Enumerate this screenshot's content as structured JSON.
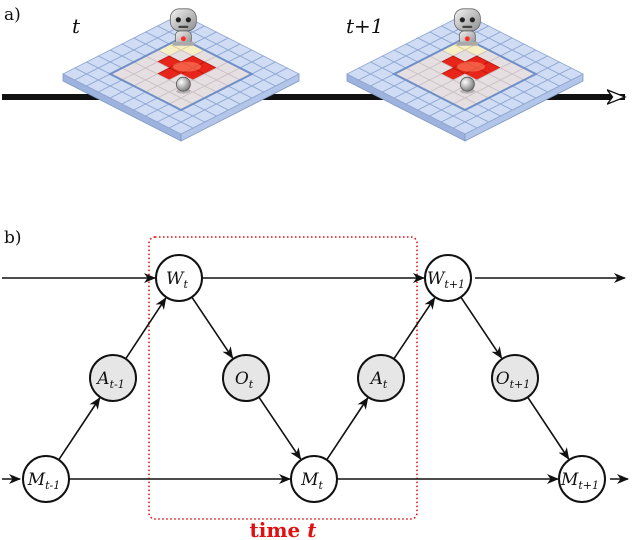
{
  "panel_a": {
    "label": "a)",
    "times": [
      {
        "text": "t"
      },
      {
        "text": "t+1"
      }
    ]
  },
  "panel_b": {
    "label": "b)",
    "time_box": {
      "prefix": "time",
      "var": "t"
    },
    "nodes": [
      {
        "id": "Wt",
        "main": "W",
        "sub": "t",
        "fill": "#ffffff"
      },
      {
        "id": "Wt1",
        "main": "W",
        "sub": "t+1",
        "fill": "#ffffff"
      },
      {
        "id": "At_1",
        "main": "A",
        "sub": "t-1",
        "fill": "#e6e6e6"
      },
      {
        "id": "Ot",
        "main": "O",
        "sub": "t",
        "fill": "#e6e6e6"
      },
      {
        "id": "At",
        "main": "A",
        "sub": "t",
        "fill": "#e6e6e6"
      },
      {
        "id": "Ot1",
        "main": "O",
        "sub": "t+1",
        "fill": "#e6e6e6"
      },
      {
        "id": "Mt_1",
        "main": "M",
        "sub": "t-1",
        "fill": "#ffffff"
      },
      {
        "id": "Mt",
        "main": "M",
        "sub": "t",
        "fill": "#ffffff"
      },
      {
        "id": "Mt1",
        "main": "M",
        "sub": "t+1",
        "fill": "#ffffff"
      }
    ],
    "edges": [
      [
        "Mt_1",
        "At_1"
      ],
      [
        "At_1",
        "Wt"
      ],
      [
        "Wt",
        "Ot"
      ],
      [
        "Ot",
        "Mt"
      ],
      [
        "Mt",
        "At"
      ],
      [
        "At",
        "Wt1"
      ],
      [
        "Wt1",
        "Ot1"
      ],
      [
        "Ot1",
        "Mt1"
      ],
      [
        "Wt",
        "Wt1"
      ],
      [
        "Mt_1",
        "Mt"
      ],
      [
        "Mt",
        "Mt1"
      ]
    ]
  },
  "colors": {
    "tile_top": "#cfdcf4",
    "tile_side": "#9db3de",
    "floor": "#e6dfe2",
    "goal_red": "#e8251a",
    "robot_mark": "#ff2a2a",
    "time_box": "#e01010"
  }
}
